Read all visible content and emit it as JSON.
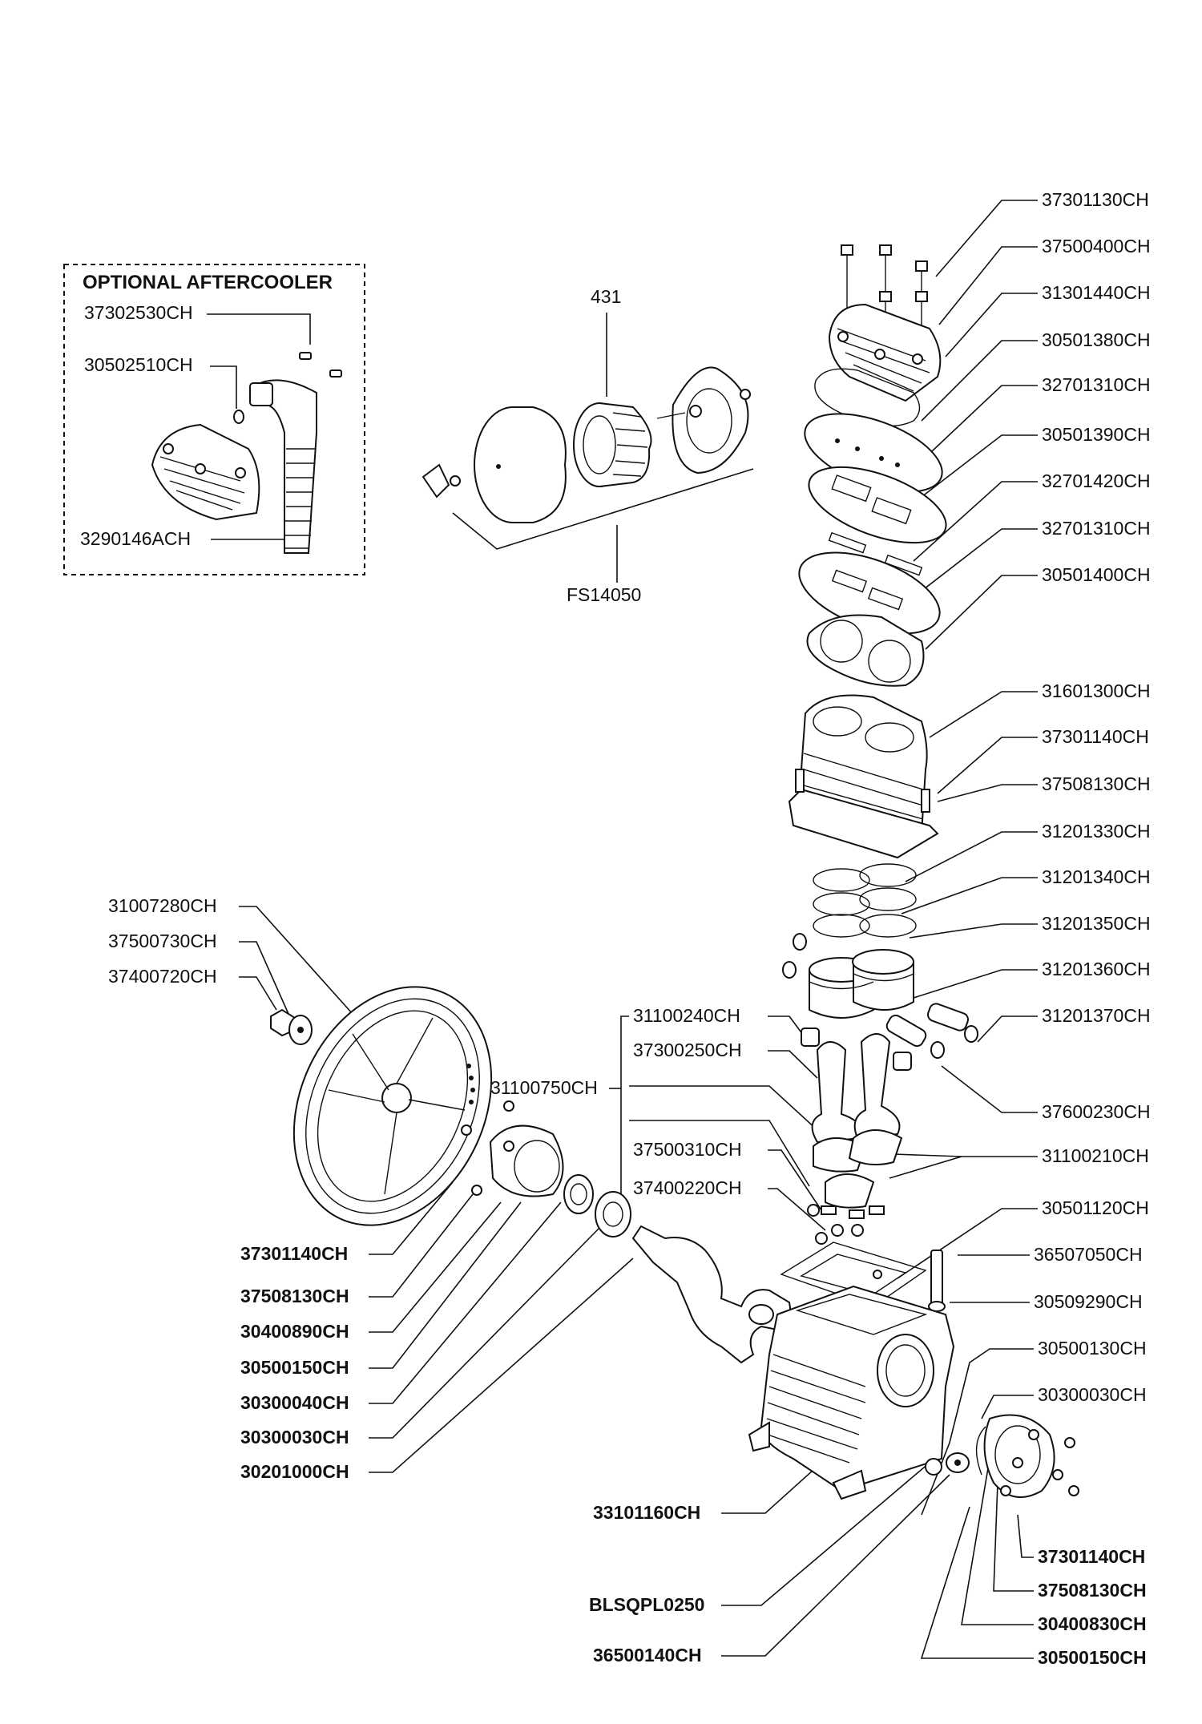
{
  "aftercooler": {
    "title": "OPTIONAL AFTERCOOLER",
    "labels": [
      "37302530CH",
      "30502510CH",
      "3290146ACH"
    ]
  },
  "filter": {
    "top_label": "431",
    "bottom_label": "FS14050"
  },
  "right_labels": [
    "37301130CH",
    "37500400CH",
    "31301440CH",
    "30501380CH",
    "32701310CH",
    "30501390CH",
    "32701420CH",
    "32701310CH",
    "30501400CH",
    "31601300CH",
    "37301140CH",
    "37508130CH",
    "31201330CH",
    "31201340CH",
    "31201350CH",
    "31201360CH",
    "31201370CH",
    "37600230CH",
    "31100210CH",
    "30501120CH",
    "36507050CH",
    "30509290CH",
    "30500130CH",
    "30300030CH"
  ],
  "right_bottom_labels": [
    "37301140CH",
    "37508130CH",
    "30400830CH",
    "30500150CH"
  ],
  "left_labels": [
    "31007280CH",
    "37500730CH",
    "37400720CH"
  ],
  "left_bottom_labels": [
    "37301140CH",
    "37508130CH",
    "30400890CH",
    "30500150CH",
    "30300040CH",
    "30300030CH",
    "30201000CH"
  ],
  "center_labels": [
    "31100240CH",
    "37300250CH",
    "31100750CH",
    "37500310CH",
    "37400220CH"
  ],
  "bottom_labels": [
    "33101160CH",
    "BLSQPL0250",
    "36500140CH"
  ]
}
